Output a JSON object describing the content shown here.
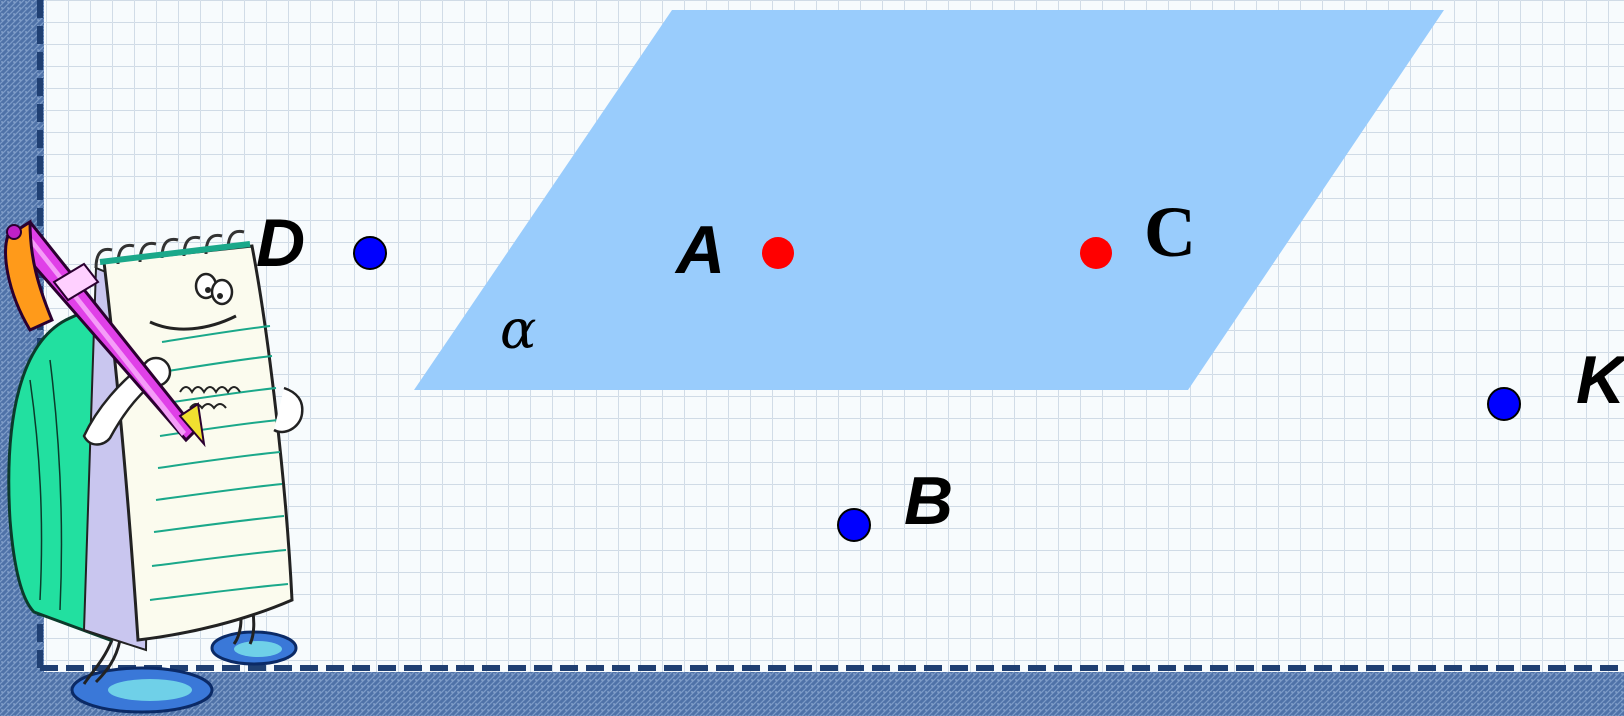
{
  "plane": {
    "label": "α",
    "fill": "#99ccfc"
  },
  "points": [
    {
      "id": "A",
      "label": "A",
      "color": "#ff0000",
      "in_plane": true
    },
    {
      "id": "C",
      "label": "C",
      "color": "#ff0000",
      "in_plane": true
    },
    {
      "id": "D",
      "label": "D",
      "color": "#0000ff",
      "in_plane": false
    },
    {
      "id": "B",
      "label": "B",
      "color": "#0000ff",
      "in_plane": false
    },
    {
      "id": "K",
      "label": "K",
      "color": "#0000ff",
      "in_plane": false
    }
  ],
  "frame": {
    "border_color": "#3a5a8c",
    "grid_color": "#b8c7d8"
  },
  "mascot": {
    "name": "notebook-mascot",
    "note_color": "#ffffff",
    "pen_color": "#e040e8",
    "cover_color": "#22e0a0",
    "shoe_color": "#3a78d8"
  }
}
